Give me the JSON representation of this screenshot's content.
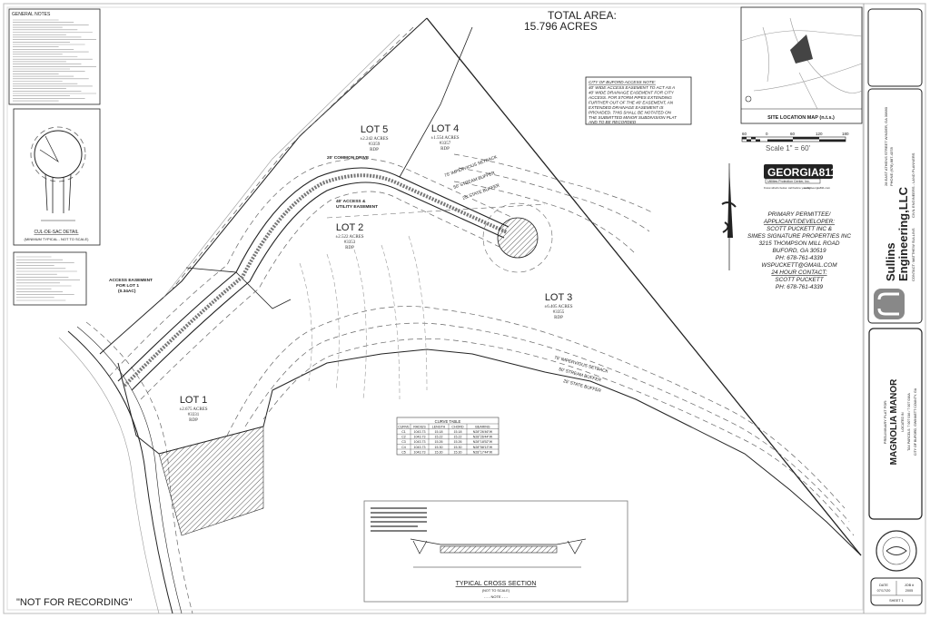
{
  "header": {
    "total_area_label": "TOTAL AREA:",
    "total_area_value": "15.796 ACRES"
  },
  "general_notes": {
    "title": "GENERAL NOTES"
  },
  "cul_de_sac": {
    "title": "CUL-DE-SAC DETAIL",
    "subtitle": "(MINIMUM TYPICAL - NOT TO SCALE)"
  },
  "access_note": {
    "title": "CITY OF BUFORD ACCESS NOTE:",
    "lines": [
      "40' WIDE ACCESS EASEMENT TO ACT AS A",
      "40' WIDE DRAINAGE EASEMENT FOR CITY",
      "ACCESS. FOR STORM PIPES EXTENDING",
      "FURTHER OUT OF THE 40' EASEMENT, AN",
      "EXTENDED DRAINAGE EASEMENT IS",
      "PROVIDED. THIS SHALL BE NOTATED ON",
      "THE SUBMITTED MINOR SUBDIVISION PLAT",
      "AND TO BE RECORDED"
    ]
  },
  "site_map": {
    "caption": "SITE LOCATION MAP (n.t.s.)"
  },
  "scale": {
    "ticks": [
      "60",
      "0",
      "60",
      "120",
      "180"
    ],
    "label": "Scale 1\" = 60'"
  },
  "georgia811": {
    "logo": "GEORGIA811",
    "tagline": "Utilities Protection Center, Inc.",
    "sub": "Know what's below. call before you dig.",
    "url": "www.Georgia811.com"
  },
  "permittee": {
    "heading1": "PRIMARY PERMITTEE/",
    "heading2": "APPLICANT/DEVELOPER:",
    "lines": [
      "SCOTT PUCKETT INC &",
      "SIMES SIGNATURE PROPERTIES INC",
      "3215 THOMPSON MILL ROAD",
      "BUFORD, GA 30519",
      "PH: 678-761-4339",
      "WSPUCKETT@GMAIL.COM"
    ],
    "contact_heading": "24 HOUR CONTACT:",
    "contact_name": "SCOTT PUCKETT",
    "contact_phone": "PH: 678-761-4339"
  },
  "lots": [
    {
      "name": "LOT 1",
      "acres": "±2.675 ACRES",
      "num": "#3331",
      "code": "RDP"
    },
    {
      "name": "LOT 2",
      "acres": "±2.522 ACRES",
      "num": "#3353",
      "code": "RDP"
    },
    {
      "name": "LOT 3",
      "acres": "±6.405 ACRES",
      "num": "#3355",
      "code": "RDP"
    },
    {
      "name": "LOT 4",
      "acres": "±1.554 ACRES",
      "num": "#3357",
      "code": "RDP"
    },
    {
      "name": "LOT 5",
      "acres": "±2.242 ACRES",
      "num": "#3359",
      "code": "RDP"
    }
  ],
  "labels": {
    "common_drive": "20' COMMON DRIVE",
    "access_easement": "40' ACCESS &",
    "access_easement2": "UTILITY EASEMENT",
    "lot1_easement": "ACCESS EASEMENT",
    "lot1_easement2": "FOR LOT 1",
    "lot1_easement3": "(0.34AC)",
    "setback": "75' IMPERVIOUS SETBACK",
    "stream_buffer": "50' STREAM BUFFER",
    "state_buffer": "25' STATE BUFFER"
  },
  "curve_table": {
    "title": "CURVE TABLE",
    "headers": [
      "CURVE",
      "RADIUS",
      "LENGTH",
      "CHORD",
      "BEARING"
    ],
    "rows": [
      [
        "C1",
        "1043.73",
        "15.18",
        "15.18",
        "N28°26'46\"W"
      ],
      [
        "C2",
        "1043.73",
        "15.22",
        "15.22",
        "N28°26'44\"W"
      ],
      [
        "C3",
        "1043.73",
        "15.26",
        "15.26",
        "N28°18'52\"W"
      ],
      [
        "C4",
        "1043.73",
        "15.30",
        "15.30",
        "N28°58'13\"W"
      ],
      [
        "C5",
        "1043.73",
        "15.30",
        "15.30",
        "N28°17'44\"W"
      ]
    ]
  },
  "cross_section": {
    "title": "TYPICAL CROSS SECTION",
    "subtitle": "(NOT TO SCALE)",
    "note": "- - - NOTE - - -"
  },
  "not_for_recording": "\"NOT FOR RECORDING\"",
  "title_block": {
    "firm_line1": "Sullins",
    "firm_line2": "Engineering,LLC",
    "firm_address": "28 EAST ATHENS STREET  WINDER, GA 30680",
    "firm_phone": "PHONE (678) 887-4378",
    "firm_contact": "CONTACT: MATTHEW SULLINS",
    "firm_role": "CIVIL ENGINEERS - LAND PLANNERS",
    "plat_for": "PRELIMINARY PLAT FOR:",
    "project": "MAGNOLIA MANOR",
    "location": "LOCATED IN",
    "parcels": "TAX PARCELS: 7 007 016 / 7 007 016A",
    "city": "CITY OF BUFORD, GWINNETT COUNTY, GA",
    "date_label": "DATE",
    "date_value": "07/17/20",
    "job_label": "JOB #",
    "job_value": "2005",
    "sheet": "SHEET 1"
  },
  "colors": {
    "line": "#222222",
    "hatch": "#555555",
    "paper": "#ffffff"
  }
}
